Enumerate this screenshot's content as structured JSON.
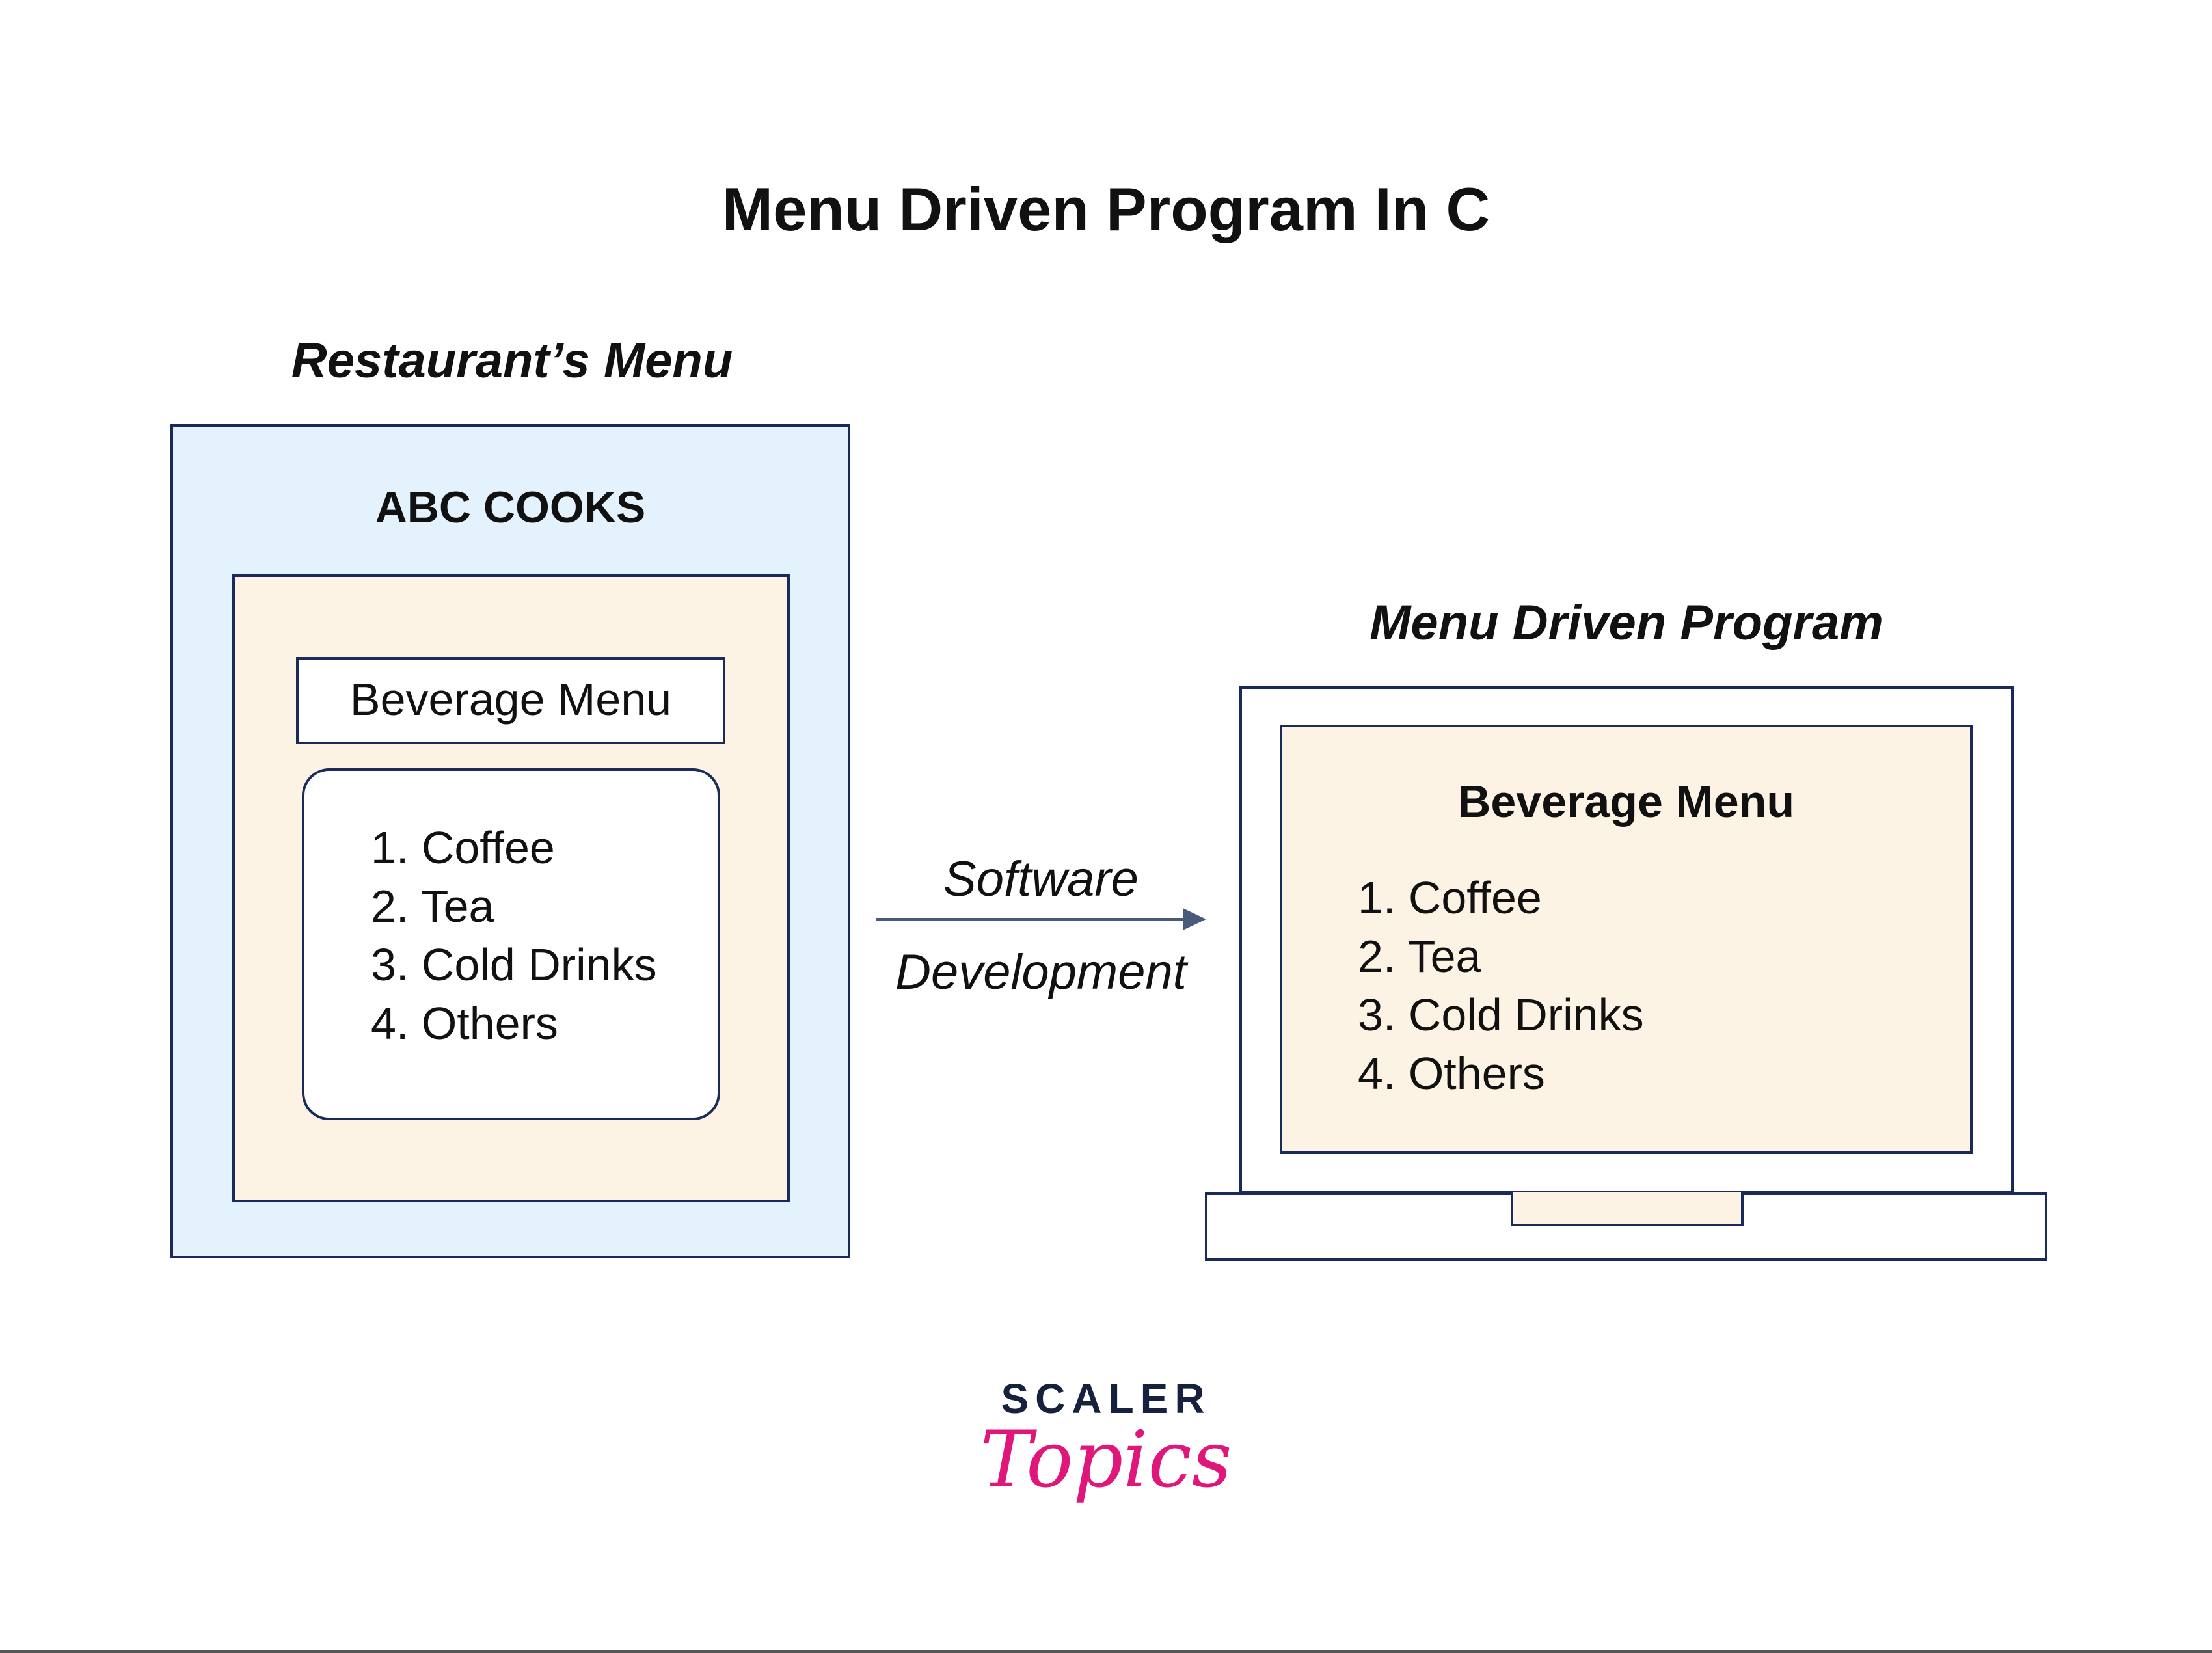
{
  "title": "Menu Driven Program In C",
  "left_panel": {
    "caption": "Restaurant’s Menu",
    "restaurant_name": "ABC COOKS",
    "menu_heading": "Beverage Menu",
    "items": [
      "1. Coffee",
      "2. Tea",
      "3. Cold Drinks",
      "4. Others"
    ]
  },
  "arrow": {
    "label_top": "Software",
    "label_bottom": "Development"
  },
  "right_panel": {
    "caption": "Menu Driven Program",
    "menu_heading": "Beverage Menu",
    "items": [
      "1. Coffee",
      "2. Tea",
      "3. Cold Drinks",
      "4. Others"
    ]
  },
  "logo": {
    "word": "SCALER",
    "script": "Topics"
  },
  "colors": {
    "outline": "#1a2a5a",
    "restaurant_bg": "#e3f2fd",
    "menu_bg": "#fdf3e5",
    "arrow": "#4a5a7a",
    "logo_dark": "#16213e",
    "logo_pink": "#e0177a"
  }
}
